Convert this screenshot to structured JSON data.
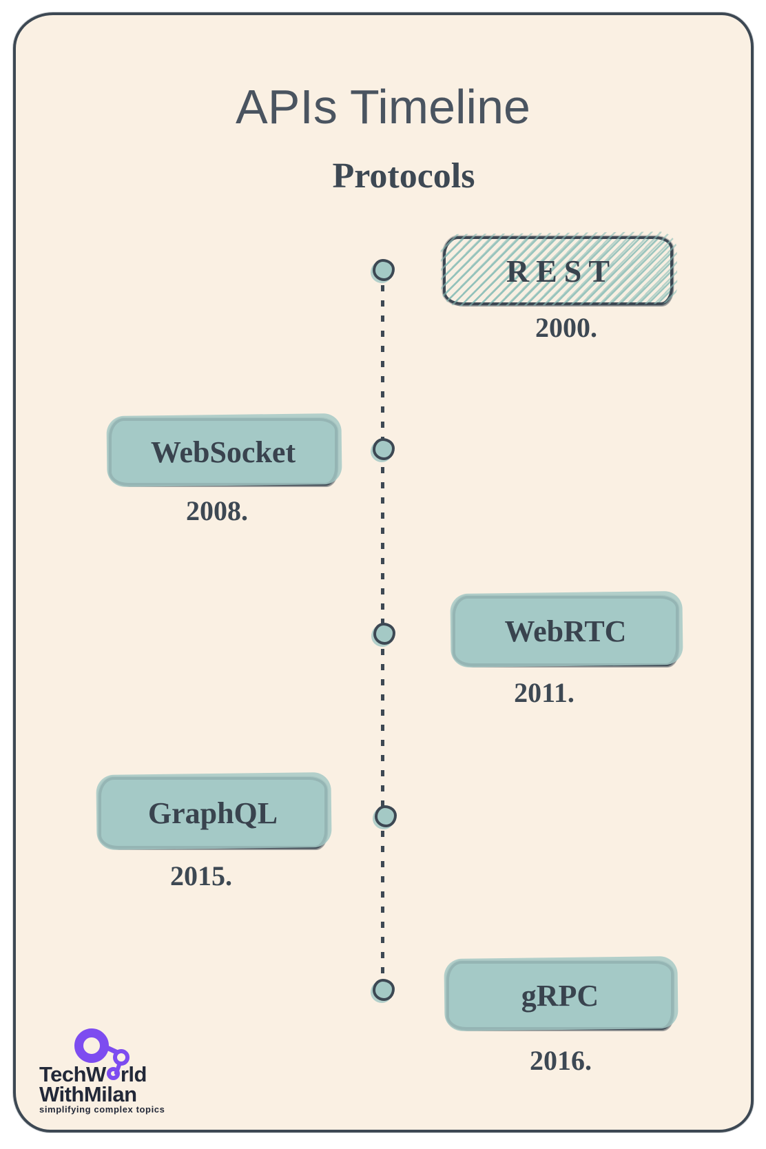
{
  "header": {
    "title": "APIs Timeline",
    "subtitle": "Protocols"
  },
  "timeline": {
    "orientation": "vertical-dotted",
    "items": [
      {
        "label": "REST",
        "year": "2000.",
        "side": "right",
        "fill": "hatched"
      },
      {
        "label": "WebSocket",
        "year": "2008.",
        "side": "left",
        "fill": "solid"
      },
      {
        "label": "WebRTC",
        "year": "2011.",
        "side": "right",
        "fill": "solid"
      },
      {
        "label": "GraphQL",
        "year": "2015.",
        "side": "left",
        "fill": "solid"
      },
      {
        "label": "gRPC",
        "year": "2016.",
        "side": "right",
        "fill": "solid"
      }
    ]
  },
  "logo": {
    "icon": "molecule-icon",
    "line1_prefix": "TechW",
    "line1_suffix": "rld",
    "line2": "WithMilan",
    "tagline": "simplifying complex topics"
  },
  "colors": {
    "outer_background": "#ffffff",
    "canvas": "#faf0e3",
    "ink": "#3d4853",
    "teal": "#a4c9c5",
    "title_text": "#4a5460",
    "logo_purple": "#7d4cf0",
    "logo_navy": "#222838"
  }
}
